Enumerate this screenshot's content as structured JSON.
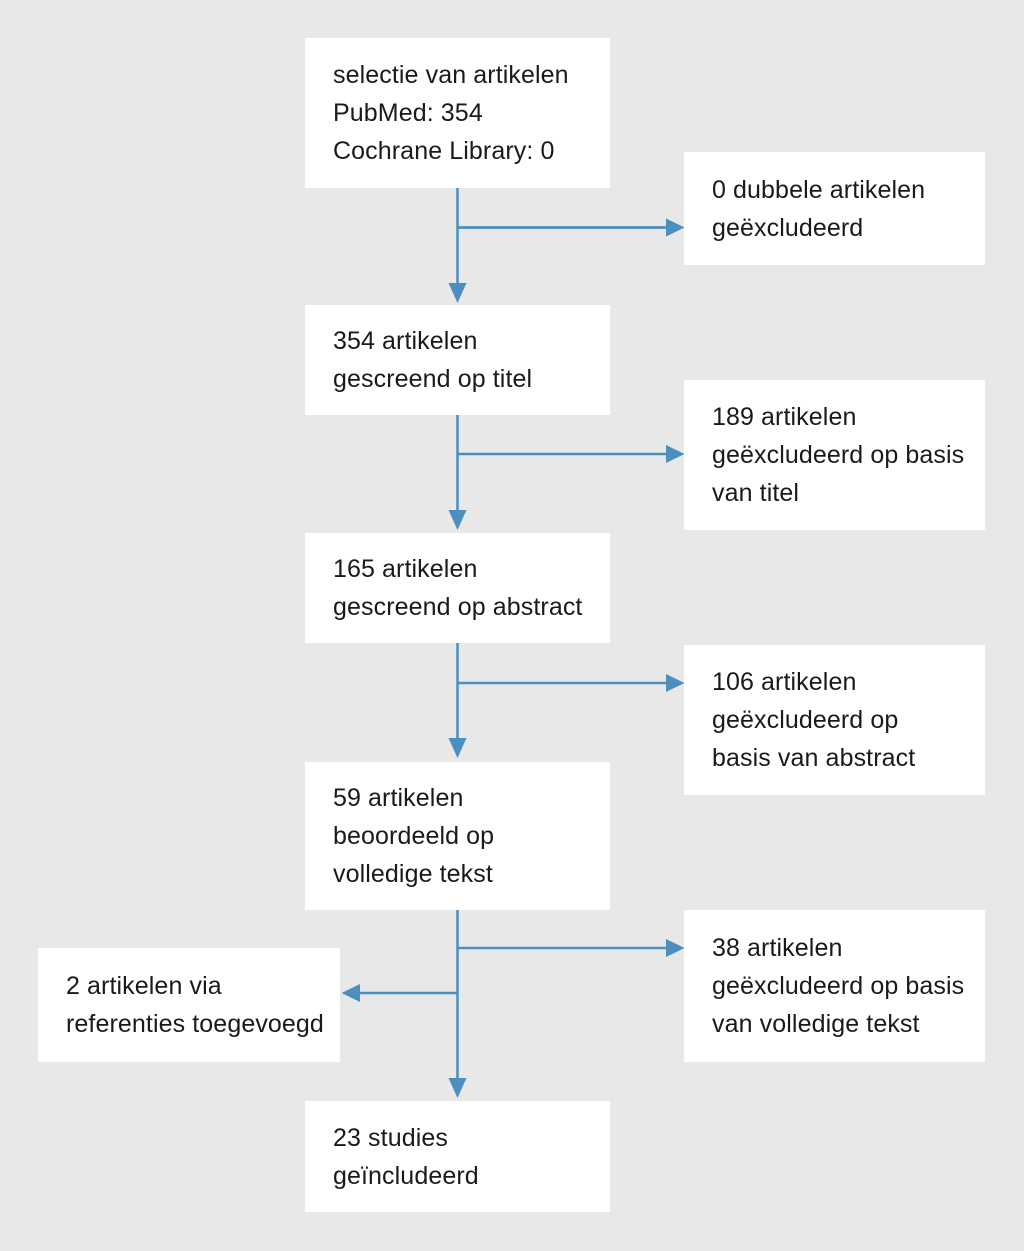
{
  "diagram": {
    "type": "flowchart",
    "subject": "article selection flow (PRISMA-style)",
    "language": "nl",
    "colors": {
      "background": "#e8e8e8",
      "box_fill": "#ffffff",
      "arrow": "#4a8fbe",
      "text": "#1a1a1a"
    },
    "boxes": {
      "source": {
        "lines": [
          "selectie van artikelen",
          "PubMed: 354",
          "Cochrane Library: 0"
        ]
      },
      "dedup_excluded": {
        "lines": [
          "0 dubbele artikelen",
          "geëxcludeerd"
        ]
      },
      "screened_title": {
        "lines": [
          "354 artikelen",
          "gescreend op titel"
        ]
      },
      "title_excluded": {
        "lines": [
          "189 artikelen",
          "geëxcludeerd op basis",
          "van titel"
        ]
      },
      "screened_abstract": {
        "lines": [
          "165 artikelen",
          "gescreend op abstract"
        ]
      },
      "abstract_excluded": {
        "lines": [
          "106 artikelen",
          "geëxcludeerd op",
          "basis van abstract"
        ]
      },
      "fulltext_assessed": {
        "lines": [
          "59 artikelen",
          "beoordeeld op",
          "volledige tekst"
        ]
      },
      "fulltext_excluded": {
        "lines": [
          "38 artikelen",
          "geëxcludeerd op basis",
          "van volledige tekst"
        ]
      },
      "references_added": {
        "lines": [
          "2 artikelen via",
          "referenties toegevoegd"
        ]
      },
      "included": {
        "lines": [
          "23 studies",
          "geïncludeerd"
        ]
      }
    },
    "counts": {
      "pubmed": 354,
      "cochrane_library": 0,
      "duplicates_excluded": 0,
      "screened_on_title": 354,
      "excluded_on_title": 189,
      "screened_on_abstract": 165,
      "excluded_on_abstract": 106,
      "assessed_full_text": 59,
      "excluded_on_full_text": 38,
      "added_via_references": 2,
      "studies_included": 23
    },
    "edges": [
      {
        "from": "source",
        "to": "dedup_excluded",
        "direction": "right"
      },
      {
        "from": "source",
        "to": "screened_title",
        "direction": "down"
      },
      {
        "from": "screened_title",
        "to": "title_excluded",
        "direction": "right"
      },
      {
        "from": "screened_title",
        "to": "screened_abstract",
        "direction": "down"
      },
      {
        "from": "screened_abstract",
        "to": "abstract_excluded",
        "direction": "right"
      },
      {
        "from": "screened_abstract",
        "to": "fulltext_assessed",
        "direction": "down"
      },
      {
        "from": "fulltext_assessed",
        "to": "fulltext_excluded",
        "direction": "right"
      },
      {
        "from": "fulltext_assessed",
        "to": "references_added",
        "direction": "left"
      },
      {
        "from": "fulltext_assessed",
        "to": "included",
        "direction": "down"
      }
    ]
  }
}
